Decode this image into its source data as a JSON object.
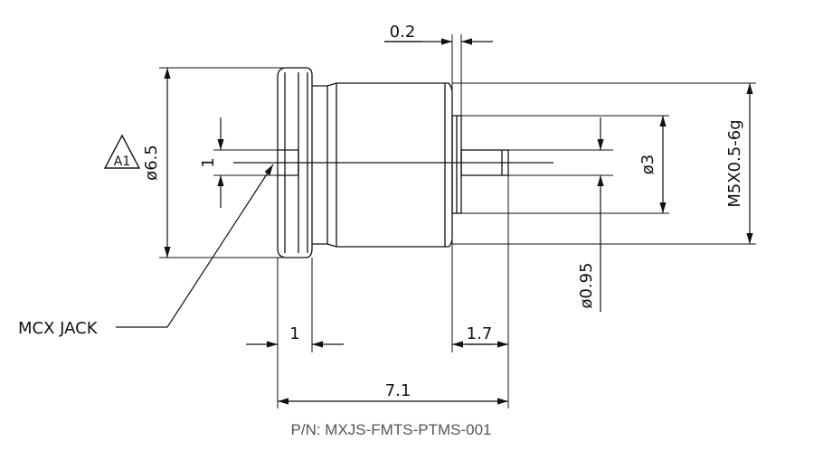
{
  "dimensions": {
    "gap_0_2": "0.2",
    "dia_6_5": "ø6.5",
    "slot_1": "1",
    "dia_3": "ø3",
    "thread": "M5X0.5-6g",
    "dia_0_95": "ø0.95",
    "flange_1": "1",
    "pin_1_7": "1.7",
    "overall_7_1": "7.1"
  },
  "labels": {
    "revision_tag": "A1",
    "part_name": "MCX JACK"
  },
  "caption": "P/N: MXJS-FMTS-PTMS-001"
}
